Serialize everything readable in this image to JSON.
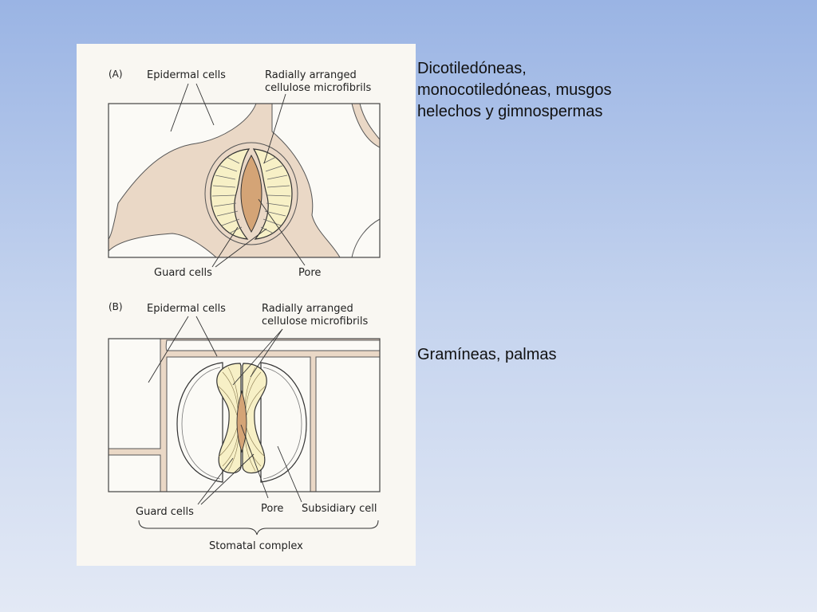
{
  "captions": {
    "top": "Dicotiledóneas,\nmonocotiledóneas, musgos\nhelechos y gimnospermas",
    "bottom": "Gramíneas, palmas"
  },
  "figure": {
    "panel_a": {
      "letter": "(A)",
      "epidermal_cells": "Epidermal cells",
      "microfibrils_line1": "Radially arranged",
      "microfibrils_line2": "cellulose microfibrils",
      "guard_cells": "Guard cells",
      "pore": "Pore"
    },
    "panel_b": {
      "letter": "(B)",
      "epidermal_cells": "Epidermal cells",
      "microfibrils_line1": "Radially arranged",
      "microfibrils_line2": "cellulose microfibrils",
      "guard_cells": "Guard cells",
      "pore": "Pore",
      "subsidiary_cell": "Subsidiary cell",
      "stomatal_complex": "Stomatal complex"
    }
  },
  "colors": {
    "cell_wall": "#ead8c6",
    "guard_cell_fill": "#f7f0c6",
    "pore_fill": "#d4a476",
    "background": "#f9f7f2"
  }
}
